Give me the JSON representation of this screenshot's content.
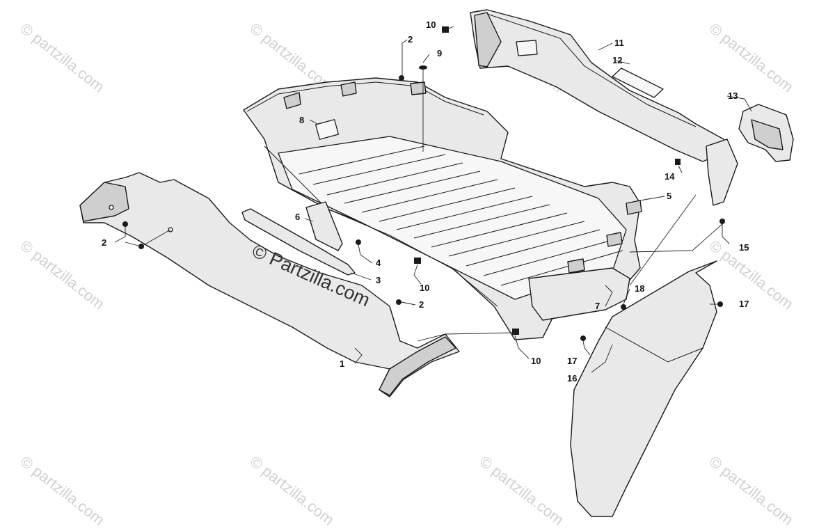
{
  "watermark": {
    "tile_text": "© partzilla.com",
    "center_text": "© Partzilla.com"
  },
  "callouts": {
    "c1": "1",
    "c2a": "2",
    "c2b": "2",
    "c2c": "2",
    "c3": "3",
    "c4": "4",
    "c5": "5",
    "c6": "6",
    "c7": "7",
    "c8": "8",
    "c9": "9",
    "c10a": "10",
    "c10b": "10",
    "c10c": "10",
    "c11": "11",
    "c12": "12",
    "c13": "13",
    "c14": "14",
    "c15": "15",
    "c16": "16",
    "c17a": "17",
    "c17b": "17",
    "c18": "18"
  },
  "colors": {
    "line": "#1a1a1a",
    "part_fill": "#e9e9e9",
    "watermark": "#d0d0d0"
  }
}
